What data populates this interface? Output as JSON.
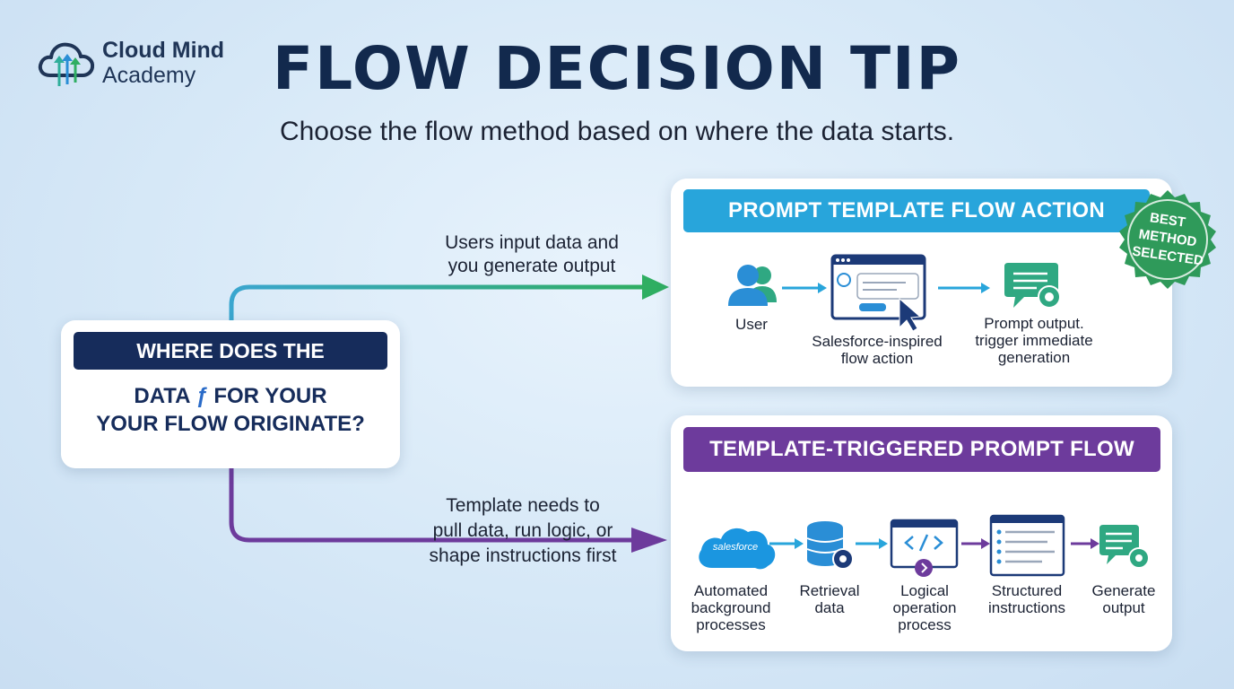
{
  "logo": {
    "line1": "Cloud Mind",
    "line2": "Academy",
    "icon": "cloud-upload-icon"
  },
  "title": "FLOW DECISION TIP",
  "subtitle": "Choose the flow method based on where the data starts.",
  "question": {
    "header": "WHERE DOES THE",
    "line1_before": "DATA",
    "glyph": "ƒ",
    "line1_after": "FOR YOUR",
    "line2": "YOUR FLOW ORIGINATE?"
  },
  "branch_top": {
    "line1": "Users input data and",
    "line2": "you generate output"
  },
  "branch_bottom": {
    "line1": "Template needs to",
    "line2": "pull data, run logic, or",
    "line3": "shape instructions first"
  },
  "card_top": {
    "header": "PROMPT TEMPLATE FLOW ACTION",
    "badge": {
      "line1": "BEST",
      "line2": "METHOD",
      "line3": "SELECTED"
    },
    "steps": [
      {
        "icon": "user-group-icon",
        "line1": "User"
      },
      {
        "icon": "browser-click-icon",
        "line1": "Salesforce-inspired",
        "line2": "flow action"
      },
      {
        "icon": "chat-gear-icon",
        "line1": "Prompt output.",
        "line2": "trigger immediate",
        "line3": "generation"
      }
    ]
  },
  "card_bottom": {
    "header": "TEMPLATE-TRIGGERED PROMPT FLOW",
    "steps": [
      {
        "icon": "salesforce-cloud-icon",
        "icon_text": "salesforce",
        "line1": "Automated",
        "line2": "background",
        "line3": "processes"
      },
      {
        "icon": "database-gear-icon",
        "line1": "Retrieval",
        "line2": "data"
      },
      {
        "icon": "code-window-icon",
        "line1": "Logical",
        "line2": "operation",
        "line3": "process"
      },
      {
        "icon": "document-list-icon",
        "line1": "Structured",
        "line2": "instructions"
      },
      {
        "icon": "chat-gear-icon",
        "line1": "Generate",
        "line2": "output"
      }
    ]
  },
  "colors": {
    "navy": "#162c5b",
    "blue": "#28a5db",
    "purple": "#6d3b9c",
    "teal": "#2fa882",
    "green": "#2fae62"
  }
}
